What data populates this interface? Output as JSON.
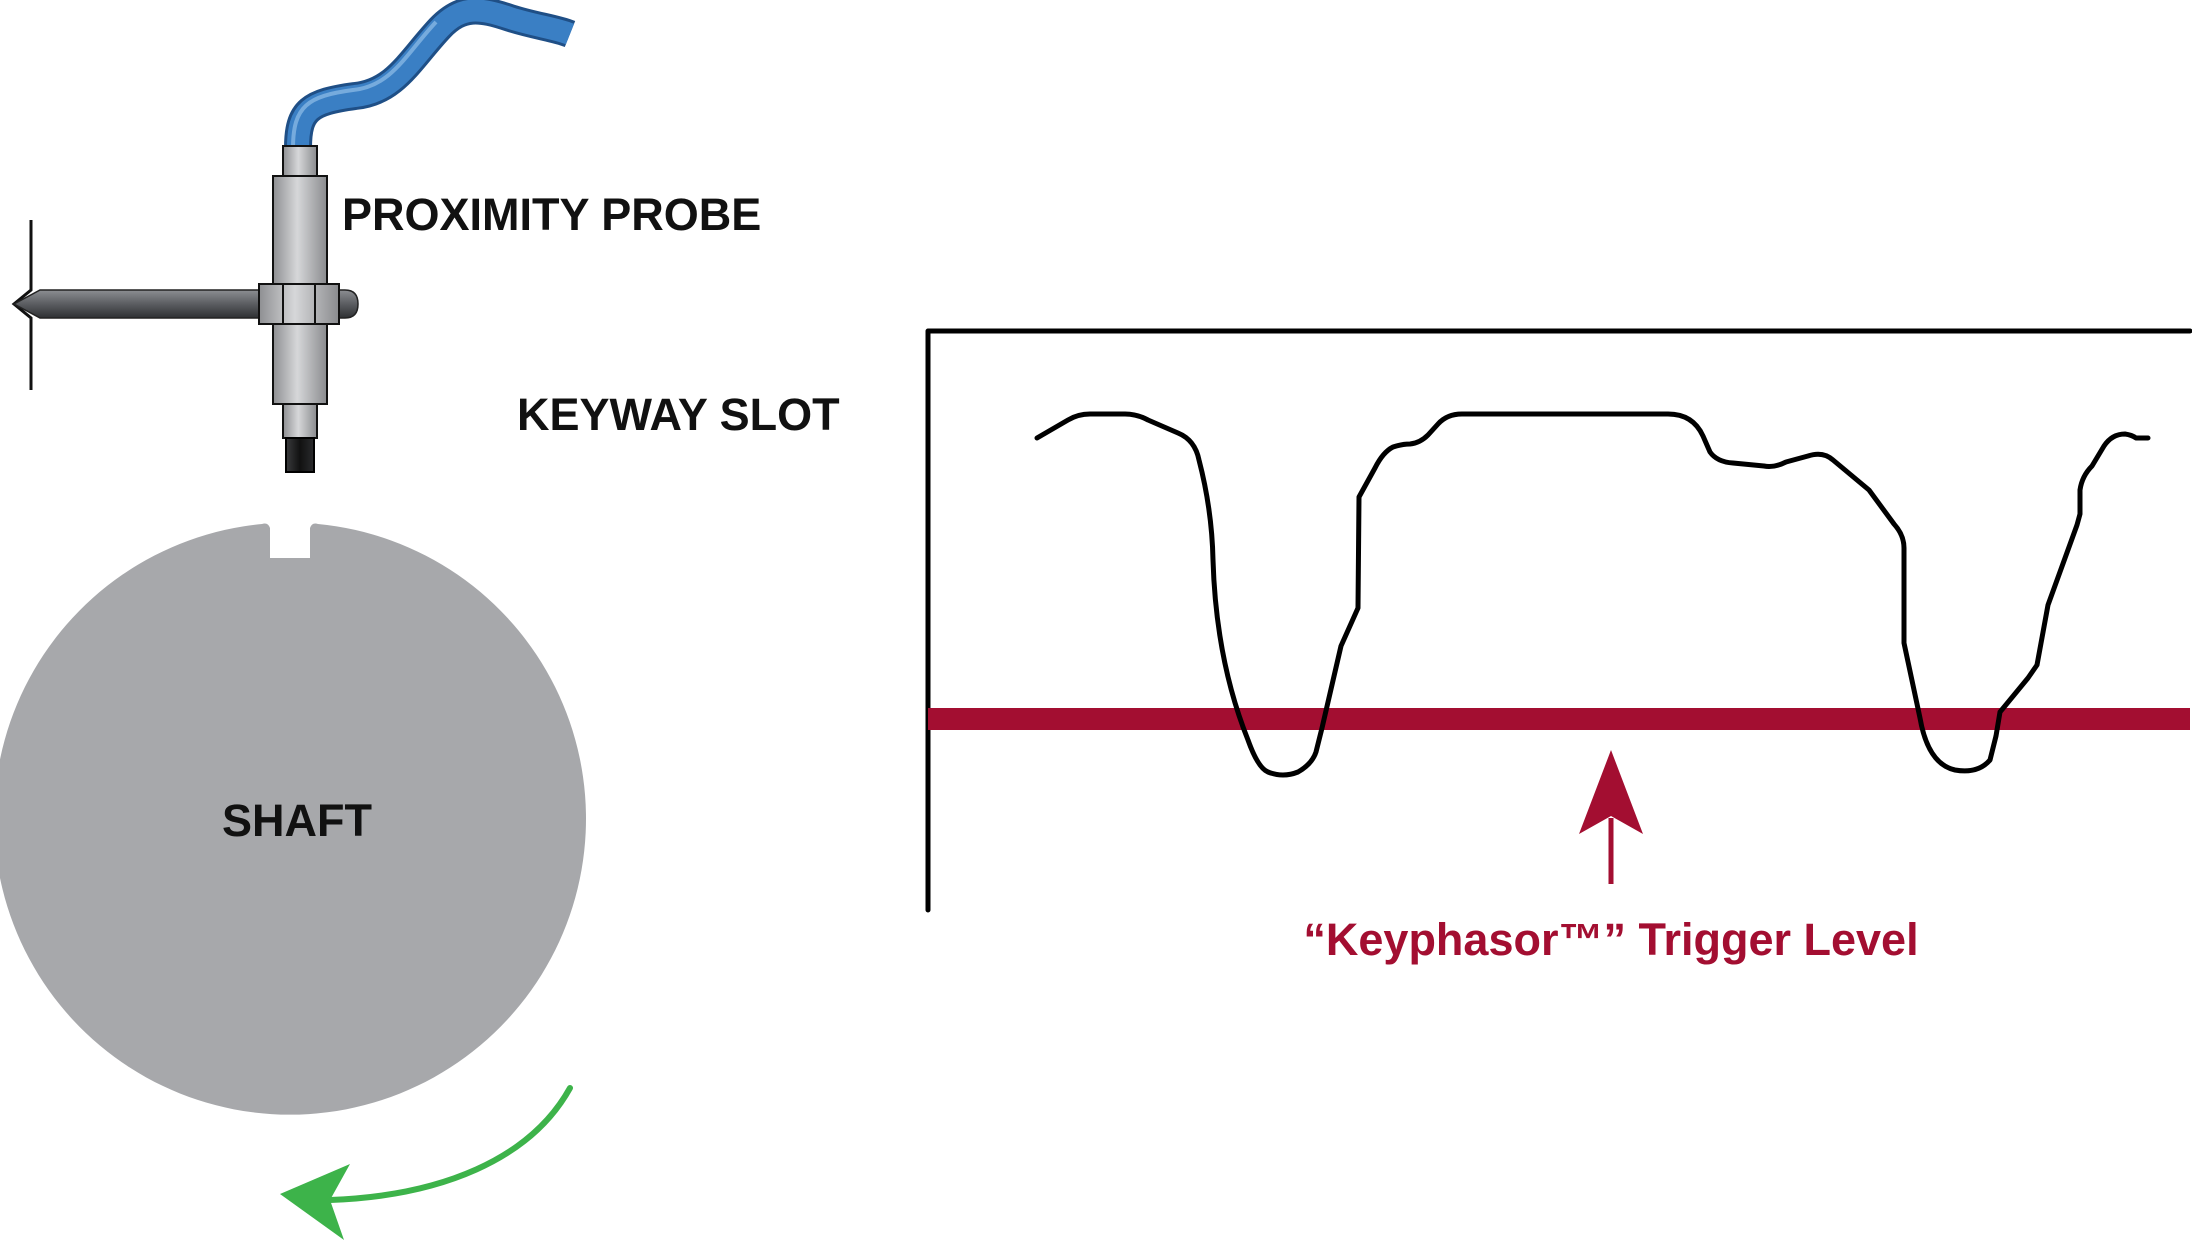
{
  "labels": {
    "probe": "PROXIMITY PROBE",
    "keyway": "KEYWAY SLOT",
    "shaft": "SHAFT",
    "trigger": "“Keyphasor™” Trigger Level"
  },
  "colors": {
    "cable": "#3a7fc4",
    "probe_body": "#b0b1b4",
    "mount_bar": "#5b5d61",
    "shaft": "#a7a8ab",
    "trigger": "#a30e31",
    "rotation_arrow": "#3db34a",
    "trace": "#000000"
  },
  "icons": {
    "rotation": "curved-arrow-icon",
    "trigger_pointer": "up-arrow-icon"
  }
}
